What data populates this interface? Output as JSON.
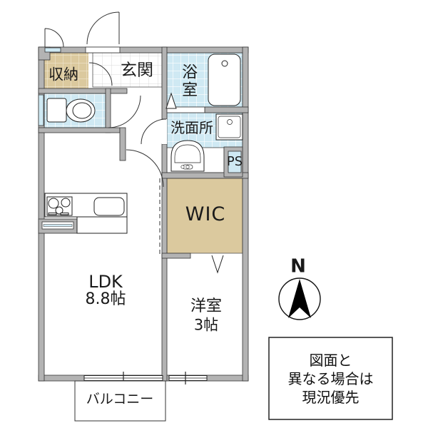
{
  "floorplan": {
    "rooms": {
      "storage": {
        "label": "収納"
      },
      "entrance": {
        "label": "玄関"
      },
      "bathroom": {
        "label": "浴室"
      },
      "washroom": {
        "label": "洗面所"
      },
      "pipe_space": {
        "label": "PS"
      },
      "wic": {
        "label": "WIC"
      },
      "ldk": {
        "label": "LDK",
        "size": "8.8帖"
      },
      "western_room": {
        "label": "洋室",
        "size": "3帖"
      },
      "balcony": {
        "label": "バルコニー"
      }
    },
    "compass": {
      "label": "N"
    },
    "disclaimer": {
      "line1": "図面と",
      "line2": "異なる場合は",
      "line3": "現況優先"
    },
    "colors": {
      "wall_gray": "#b3b3b3",
      "closet_tan": "#dbc99e",
      "wet_area_blue": "#cfe9f3",
      "line_black": "#333333",
      "floor_white": "#ffffff"
    }
  }
}
